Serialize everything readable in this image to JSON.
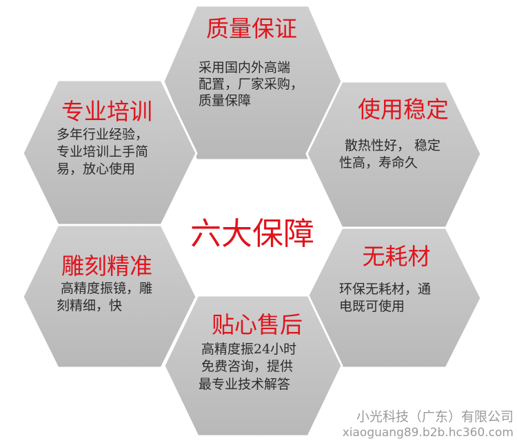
{
  "center": {
    "title": "六大保障"
  },
  "hexagons": [
    {
      "id": "quality",
      "title": "质量保证",
      "lines": [
        "采用国内外高端",
        "配置，厂家采购，",
        "质量保障"
      ]
    },
    {
      "id": "stability",
      "title": "使用稳定",
      "lines": [
        "散热性好， 稳定",
        "性高，寿命久"
      ]
    },
    {
      "id": "no-consumables",
      "title": "无耗材",
      "lines": [
        "环保无耗材，通",
        "电既可使用"
      ]
    },
    {
      "id": "service",
      "title": "贴心售后",
      "lines": [
        "高精度振24小时",
        "免费咨询，提供",
        "最专业技术解答"
      ]
    },
    {
      "id": "precision",
      "title": "雕刻精准",
      "lines": [
        "高精度振镜，雕",
        "刻精细，快"
      ]
    },
    {
      "id": "training",
      "title": "专业培训",
      "lines": [
        "多年行业经验，",
        "专业培训上手简",
        "易，放心使用"
      ]
    }
  ],
  "watermark": {
    "company": "小光科技（广东）有限公司",
    "url": "xiaoguang89.b2b.hc360.com"
  },
  "colors": {
    "hex_fill": "#c4c4c4",
    "hex_stroke": "#ffffff",
    "title_red": "#e0141c",
    "body_text": "#2a2a2a"
  }
}
